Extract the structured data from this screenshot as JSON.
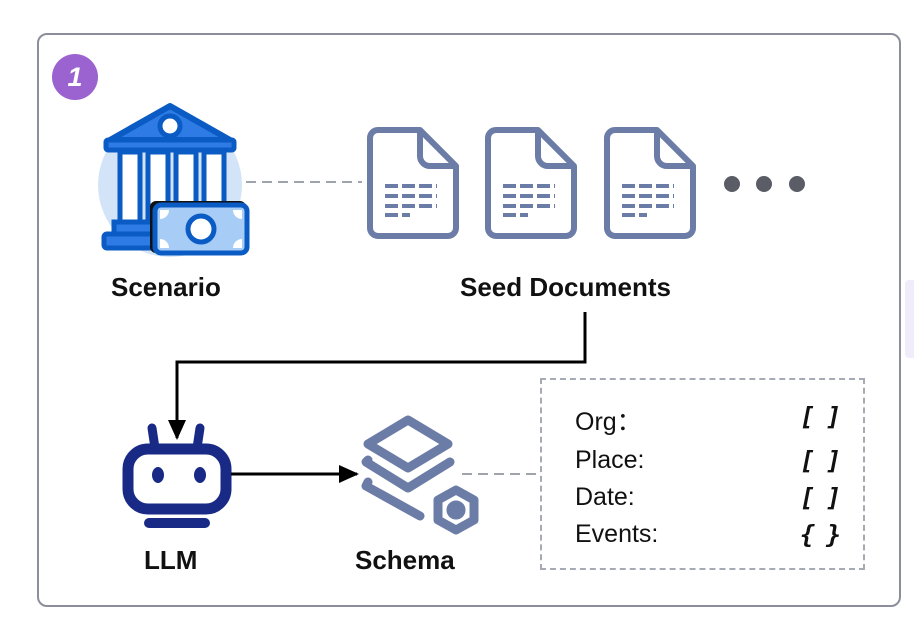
{
  "step_badge": "1",
  "nodes": {
    "scenario": {
      "label": "Scenario",
      "icon": "bank-money-icon"
    },
    "seed_documents": {
      "label": "Seed Documents",
      "icon": "document-icon",
      "count_shown": 3,
      "more_indicator": "…"
    },
    "llm": {
      "label": "LLM",
      "icon": "robot-icon"
    },
    "schema": {
      "label": "Schema",
      "icon": "layers-gear-icon"
    }
  },
  "schema_fields": [
    {
      "name": "Org：",
      "value": "[ ]"
    },
    {
      "name": "Place:",
      "value": "[ ]"
    },
    {
      "name": "Date:",
      "value": "[ ]"
    },
    {
      "name": "Events:",
      "value": "{ }"
    }
  ],
  "colors": {
    "badge": "#9b63d0",
    "bank_blue": "#2f7be6",
    "bank_outline": "#0a5bc4",
    "money_fill": "#a7cdf7",
    "halo": "#d4e4f8",
    "doc_slate": "#6b7ca6",
    "robot_navy": "#182a85",
    "schema_slate": "#6b7ca6",
    "dots": "#5a5c66"
  }
}
